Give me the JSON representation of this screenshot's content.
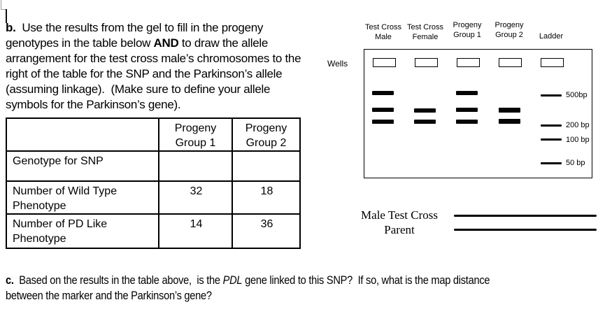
{
  "ink_color": "#000000",
  "question_b": {
    "bold_label": "b.",
    "line1_rest": "  Use the results from the gel to fill in the progeny",
    "line2_pre": "genotypes in the table below ",
    "line2_bold": "AND",
    "line2_post": " to draw the allele",
    "line3": "arrangement for the test cross male’s chromosomes to the",
    "line4": "right of the table for the SNP and the Parkinson’s allele",
    "line5": "(assuming linkage).  (Make sure to define your allele",
    "line6": "symbols for the Parkinson’s gene)."
  },
  "table": {
    "headers": [
      {
        "line1": "Progeny",
        "line2": "Group 1"
      },
      {
        "line1": "Progeny",
        "line2": "Group 2"
      }
    ],
    "rows": [
      {
        "label_line1": "Genotype for SNP",
        "label_line2": "",
        "group1": "",
        "group2": ""
      },
      {
        "label_line1": "Number of Wild Type",
        "label_line2": "Phenotype",
        "group1": "32",
        "group2": "18"
      },
      {
        "label_line1": "Number of PD Like",
        "label_line2": "Phenotype",
        "group1": "14",
        "group2": "36"
      }
    ]
  },
  "gel": {
    "wells_label": "Wells",
    "lanes": [
      {
        "label_line1": "Test Cross",
        "label_line2": "Male"
      },
      {
        "label_line1": "Test Cross",
        "label_line2": "Female"
      },
      {
        "label_line1": "Progeny",
        "label_line2": "Group 1"
      },
      {
        "label_line1": "Progeny",
        "label_line2": "Group 2"
      },
      {
        "label_line1": "Ladder",
        "label_line2": ""
      }
    ],
    "ladder_labels": [
      "500bp",
      "200 bp",
      "100 bp",
      "50 bp"
    ],
    "band_pattern": {
      "test_cross_male": [
        "high",
        "middle",
        "low"
      ],
      "test_cross_female": [
        "middle",
        "low"
      ],
      "progeny_group_1": [
        "high",
        "middle",
        "low"
      ],
      "progeny_group_2": [
        "middle",
        "low"
      ],
      "ladder": [
        "500bp",
        "200bp",
        "100bp",
        "50bp"
      ]
    }
  },
  "parent": {
    "line1": "Male Test Cross",
    "line2": "Parent"
  },
  "question_c": {
    "bold_label": "c.",
    "t1": "  Based on the results in the table above,  is the ",
    "italic": "PDL",
    "t2": " gene linked to this SNP?  If so, what is the map distance",
    "line2": "between the marker and the Parkinson’s gene?"
  }
}
